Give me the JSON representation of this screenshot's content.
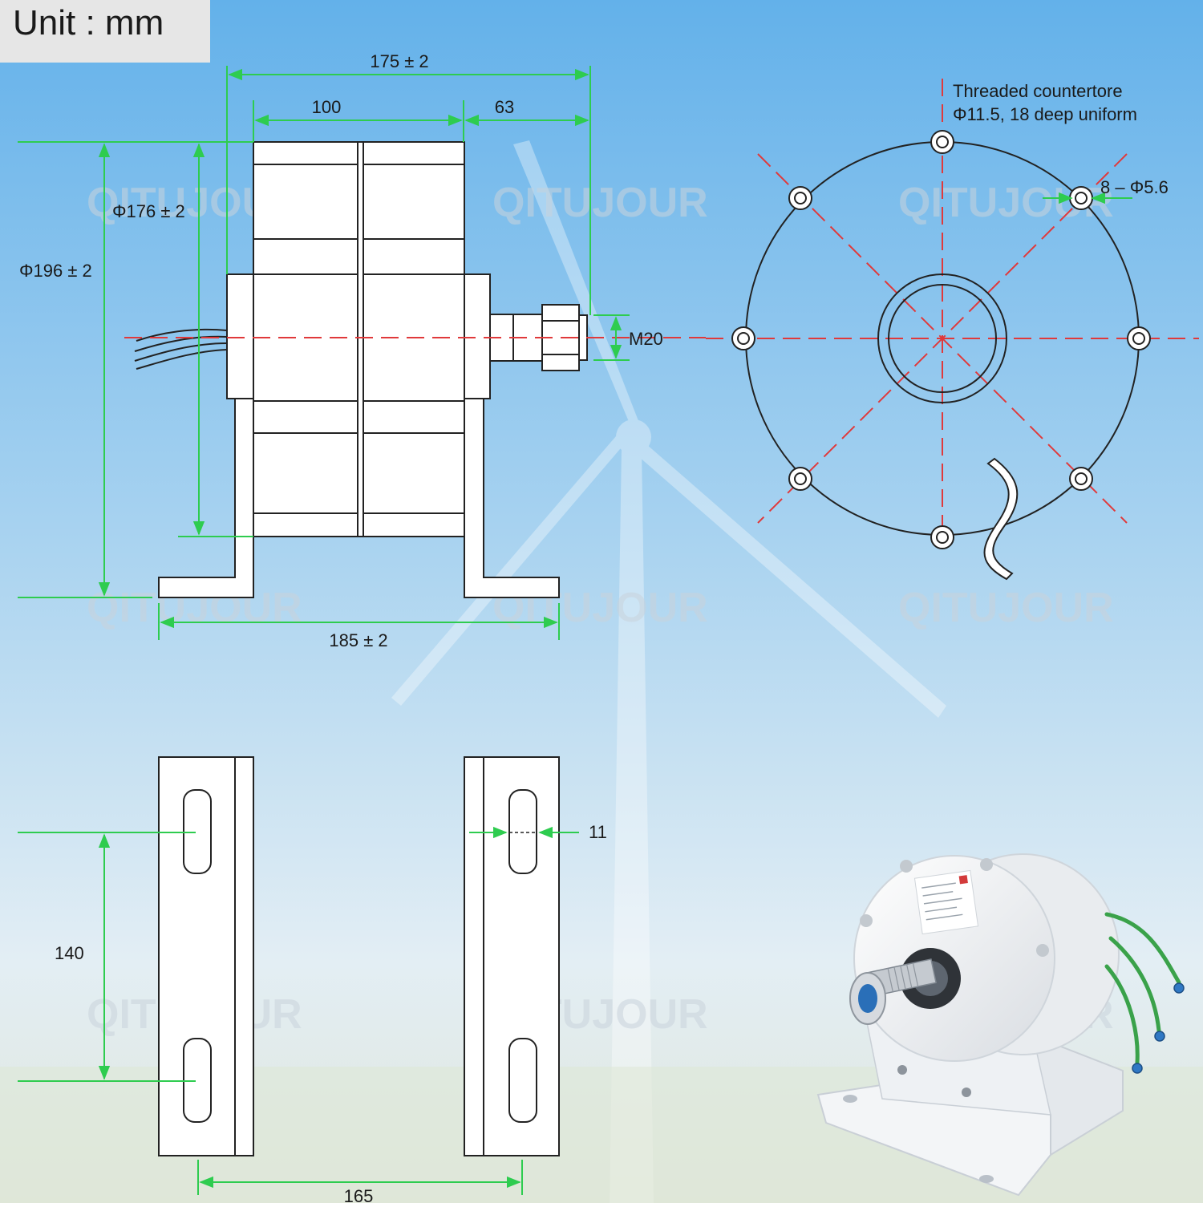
{
  "unit_label": "Unit : mm",
  "watermark": "QITUJOUR",
  "colors": {
    "dimension": "#2ecc4f",
    "centerline": "#e0393b",
    "outline": "#222222",
    "fill": "#ffffff",
    "watermark": "#b8c4cf",
    "sky_top": "#6cb6ec",
    "sky_bottom": "#eef4f2"
  },
  "side_view": {
    "dim_overall_length": "175 ± 2",
    "dim_body_length": "100",
    "dim_shaft_length": "63",
    "dim_inner_diameter": "Φ176 ± 2",
    "dim_outer_diameter": "Φ196 ± 2",
    "dim_thread": "M20",
    "dim_base_width": "185 ± 2"
  },
  "front_view": {
    "note_line1": "Threaded countertore",
    "note_line2": "Φ11.5, 18 deep uniform",
    "dim_holes": "8 – Φ5.6"
  },
  "brackets": {
    "dim_slot_spacing": "140",
    "dim_slot_width": "11",
    "dim_bracket_spacing": "165"
  },
  "photo": {
    "icon": "generator-photo-icon"
  }
}
